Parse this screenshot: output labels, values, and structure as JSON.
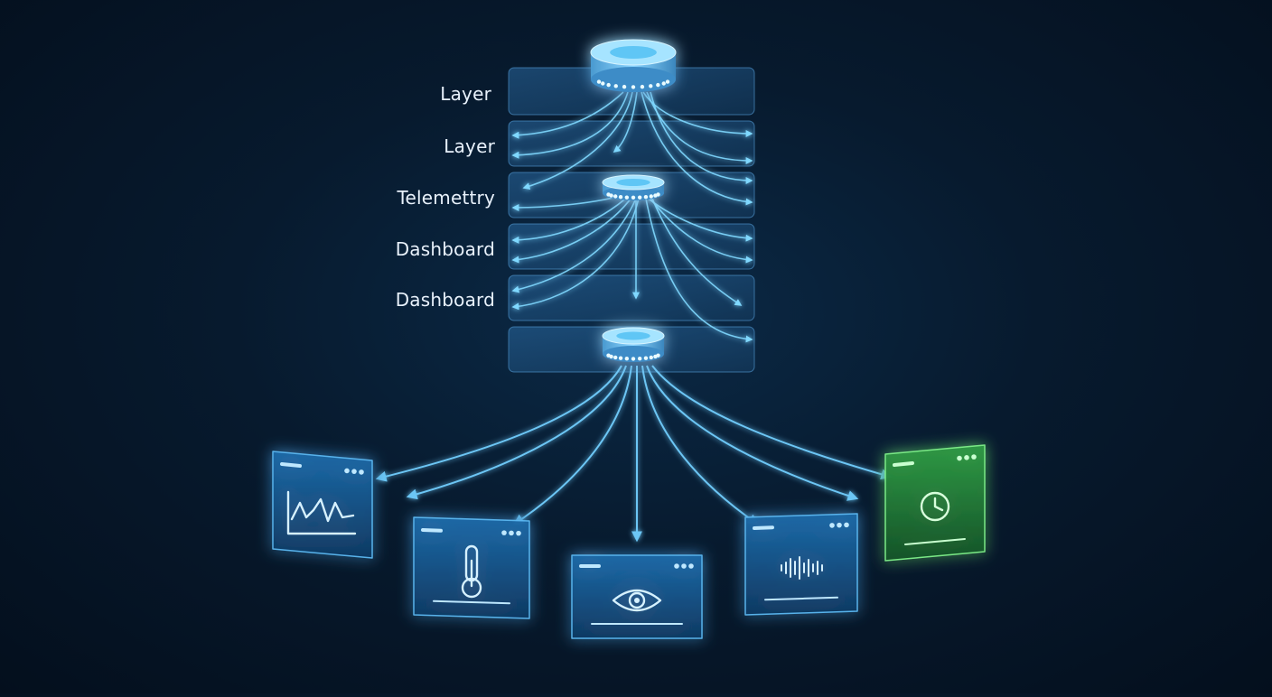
{
  "labels": [
    "Layer",
    "Layer",
    "Telemettry",
    "Dashboard",
    "Dashboard"
  ],
  "dashboards": [
    {
      "icon": "waveform-chart-icon",
      "accent": "#3fb4ff"
    },
    {
      "icon": "thermometer-icon",
      "accent": "#3fb4ff"
    },
    {
      "icon": "eye-icon",
      "accent": "#3fb4ff"
    },
    {
      "icon": "audio-signal-icon",
      "accent": "#3fb4ff"
    },
    {
      "icon": "clock-icon",
      "accent": "#5ee06a"
    }
  ],
  "colors": {
    "background": "#061629",
    "line": "#7fd8ff",
    "panel": "#1b4a73",
    "glow": "#2ea8ff",
    "green": "#46d35a"
  }
}
